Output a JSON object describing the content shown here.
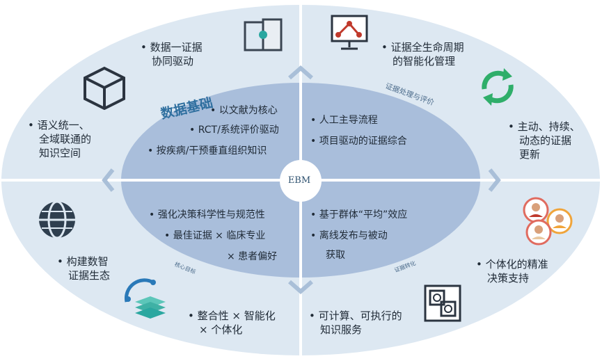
{
  "center": {
    "label": "EBM"
  },
  "outer": {
    "top_left": {
      "lines": [
        "数据一证据",
        "协同驱动"
      ],
      "icon": "puzzle-icon"
    },
    "top_right": {
      "lines": [
        "证据全生命周期",
        "的智能化管理"
      ],
      "icon": "monitor-network-icon"
    },
    "left": {
      "lines": [
        "语义统一、",
        "全域联通的",
        "知识空间"
      ],
      "icon": "cube-icon"
    },
    "right": {
      "lines": [
        "主动、持续、",
        "动态的证据",
        "更新"
      ],
      "icon": "refresh-arrows-icon"
    },
    "bottom_left_upper": {
      "lines": [
        "构建数智",
        "证据生态"
      ],
      "icon": "globe-icon"
    },
    "bottom_left": {
      "lines": [
        "整合性 × 智能化",
        "× 个体化"
      ],
      "icon": "layers-globe-icon"
    },
    "bottom_right": {
      "lines": [
        "可计算、可执行的",
        "知识服务"
      ],
      "icon": "linked-squares-icon"
    },
    "right_lower": {
      "lines": [
        "个体化的精准",
        "决策支持"
      ],
      "icon": "people-avatars-icon"
    }
  },
  "inner": {
    "top_left": {
      "title": "数据基础",
      "items": [
        "以文献为核心",
        "RCT/系统评价驱动",
        "按疾病/干预垂直组织知识"
      ]
    },
    "top_right": {
      "arc_label": "证据处理与评价",
      "items": [
        "人工主导流程",
        "项目驱动的证据综合"
      ]
    },
    "bottom_left": {
      "arc_label": "核心目标",
      "items": [
        "强化决策科学性与规范性",
        "最佳证据 × 临床专业",
        "× 患者偏好"
      ]
    },
    "bottom_right": {
      "arc_label": "证据转化",
      "items": [
        "基于群体“平均”效应",
        "离线发布与被动",
        "获取"
      ]
    }
  },
  "colors": {
    "outer_fill": "#dde8f2",
    "inner_fill": "#a9bedb",
    "divider": "#ffffff",
    "chevron": "#a9bfd8",
    "accent_red": "#c0392b",
    "accent_green": "#2fae6a",
    "accent_teal": "#2aa7a0",
    "accent_blue": "#2a79b8"
  }
}
